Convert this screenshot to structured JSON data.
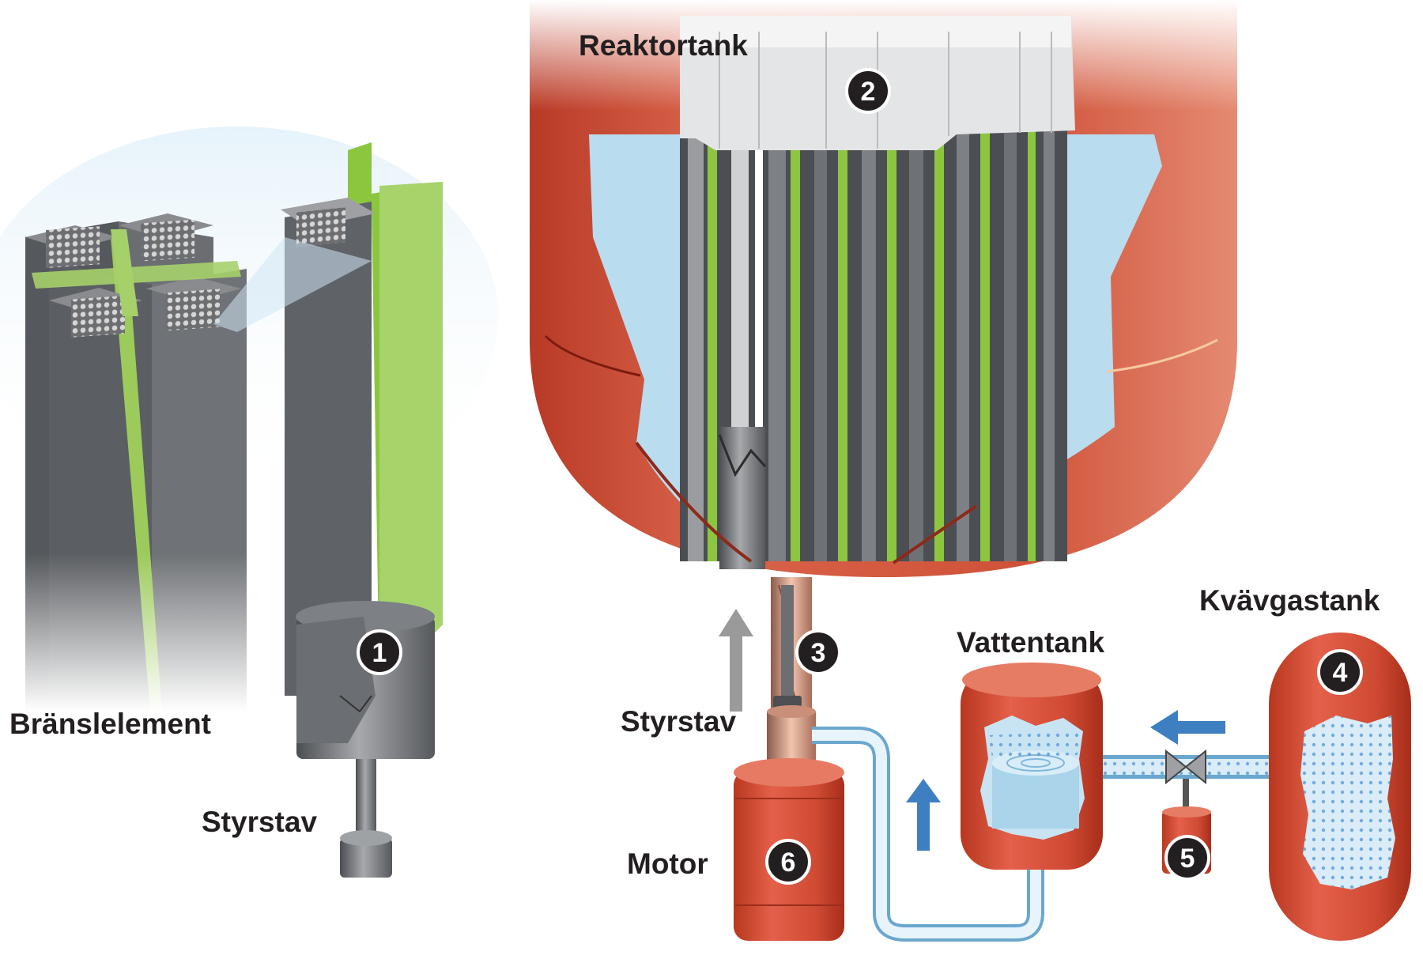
{
  "labels": {
    "reactor_tank": "Reaktortank",
    "fuel_element": "Bränslelement",
    "control_rod_left": "Styrstav",
    "control_rod_right": "Styrstav",
    "motor": "Motor",
    "water_tank": "Vattentank",
    "nitrogen_tank": "Kvävgastank"
  },
  "markers": [
    "1",
    "2",
    "3",
    "4",
    "5",
    "6"
  ],
  "colors": {
    "vessel_red": "#c9452f",
    "fuel_gray": "#5f6368",
    "absorber_green": "#8cc63f",
    "water_blue": "#a9d4ea",
    "arrow_blue": "#3d7fc1",
    "arrow_gray": "#9a9a9a"
  }
}
